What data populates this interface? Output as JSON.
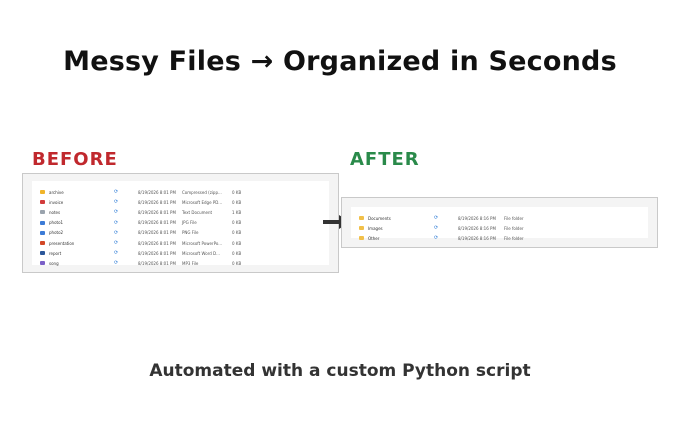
{
  "title": "Messy Files → Organized in Seconds",
  "before_label": "BEFORE",
  "after_label": "AFTER",
  "subtitle": "Automated with a custom Python script",
  "before_files": [
    {
      "name": "archive",
      "icon": "zip-icon",
      "color": "#f0b429",
      "date": "8/19/2026 8:01 PM",
      "type": "Compressed (zipp...",
      "size": "0 KB"
    },
    {
      "name": "invoice",
      "icon": "pdf-icon",
      "color": "#d23b3b",
      "date": "8/19/2026 8:01 PM",
      "type": "Microsoft Edge PD...",
      "size": "0 KB"
    },
    {
      "name": "notes",
      "icon": "text-icon",
      "color": "#9aa3ad",
      "date": "8/19/2026 8:01 PM",
      "type": "Text Document",
      "size": "1 KB"
    },
    {
      "name": "photo1",
      "icon": "image-icon",
      "color": "#3c7bd6",
      "date": "8/19/2026 8:01 PM",
      "type": "JPG File",
      "size": "0 KB"
    },
    {
      "name": "photo2",
      "icon": "image-icon",
      "color": "#3c7bd6",
      "date": "8/19/2026 8:01 PM",
      "type": "PNG File",
      "size": "0 KB"
    },
    {
      "name": "presentation",
      "icon": "ppt-icon",
      "color": "#d24726",
      "date": "8/19/2026 8:01 PM",
      "type": "Microsoft PowerPo...",
      "size": "0 KB"
    },
    {
      "name": "report",
      "icon": "word-icon",
      "color": "#2b579a",
      "date": "8/19/2026 8:01 PM",
      "type": "Microsoft Word D...",
      "size": "0 KB"
    },
    {
      "name": "song",
      "icon": "audio-icon",
      "color": "#7a5fc7",
      "date": "8/19/2026 8:01 PM",
      "type": "MP3 File",
      "size": "0 KB"
    }
  ],
  "after_folders": [
    {
      "name": "Documents",
      "date": "8/19/2026 8:16 PM",
      "type": "File folder"
    },
    {
      "name": "Images",
      "date": "8/19/2026 8:16 PM",
      "type": "File folder"
    },
    {
      "name": "Other",
      "date": "8/19/2026 8:16 PM",
      "type": "File folder"
    }
  ],
  "sync_glyph": "⟳",
  "colors": {
    "before": "#c0282d",
    "after": "#2a8a4a",
    "folder": "#f1c04a",
    "sync": "#2b7bd6"
  }
}
